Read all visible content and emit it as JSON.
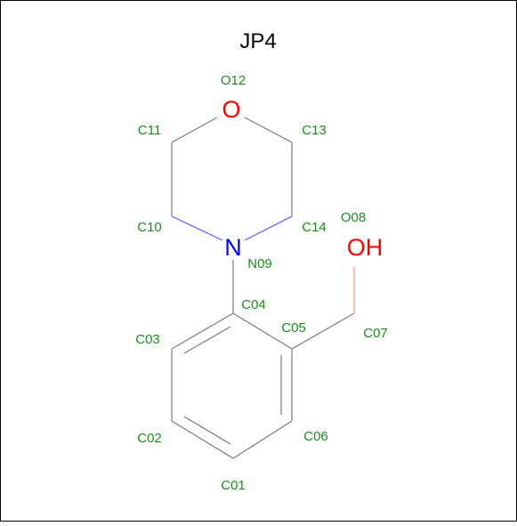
{
  "title": "JP4",
  "colors": {
    "bond": "#7a7a7a",
    "label": "#1e8a1e",
    "oxygen": "#ff0000",
    "nitrogen": "#0000ff",
    "title": "#000000",
    "frame": "#000000"
  },
  "heavy_atoms": {
    "o_ring": "O",
    "n_ring": "N",
    "hydroxyl": "OH"
  },
  "atom_labels": {
    "O12": "O12",
    "C11": "C11",
    "C13": "C13",
    "C10": "C10",
    "C14": "C14",
    "O08": "O08",
    "N09": "N09",
    "C04": "C04",
    "C05": "C05",
    "C07": "C07",
    "C03": "C03",
    "C02": "C02",
    "C06": "C06",
    "C01": "C01"
  }
}
